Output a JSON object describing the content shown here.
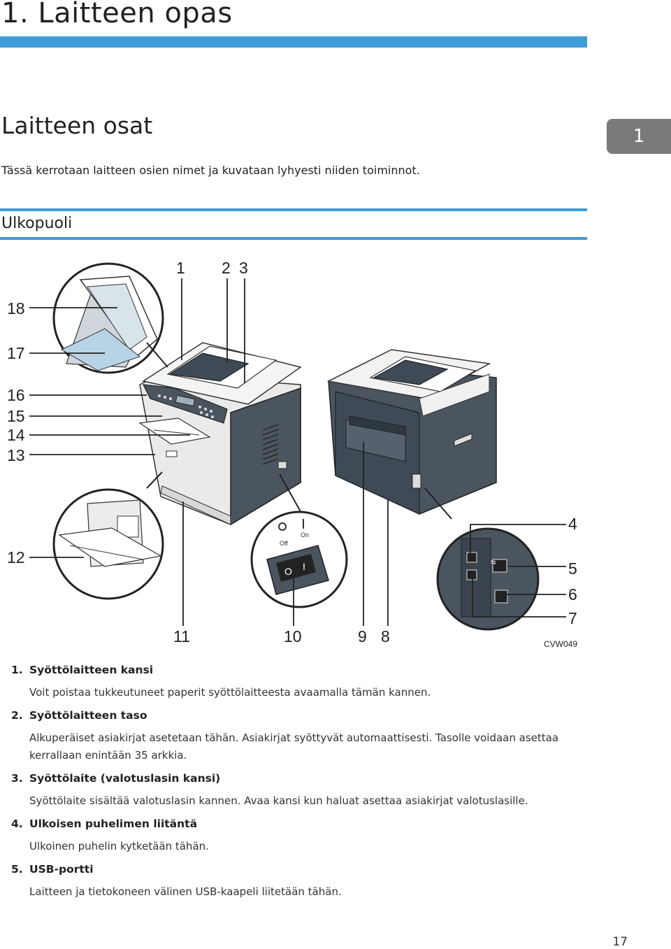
{
  "chapter": {
    "title": "1. Laitteen opas"
  },
  "section": {
    "title": "Laitteen osat",
    "tab": "1"
  },
  "intro": "Tässä kerrotaan laitteen osien nimet ja kuvataan lyhyesti niiden toiminnot.",
  "subsection": {
    "title": "Ulkopuoli"
  },
  "figure": {
    "callouts": [
      "1",
      "2",
      "3",
      "4",
      "5",
      "6",
      "7",
      "8",
      "9",
      "10",
      "11",
      "12",
      "13",
      "14",
      "15",
      "16",
      "17",
      "18"
    ],
    "power_switch": {
      "off_label": "Off",
      "on_label": "On",
      "off_symbol": "O",
      "on_symbol": "I"
    },
    "code": "CVW049"
  },
  "parts": [
    {
      "num": "1.",
      "name": "Syöttölaitteen kansi",
      "desc": "Voit poistaa tukkeutuneet paperit syöttölaitteesta avaamalla tämän kannen."
    },
    {
      "num": "2.",
      "name": "Syöttölaitteen taso",
      "desc": "Alkuperäiset asiakirjat asetetaan tähän. Asiakirjat syöttyvät automaattisesti. Tasolle voidaan asettaa kerrallaan enintään 35 arkkia."
    },
    {
      "num": "3.",
      "name": "Syöttölaite (valotuslasin kansi)",
      "desc": "Syöttölaite sisältää valotuslasin kannen. Avaa kansi kun haluat asettaa asiakirjat valotuslasille."
    },
    {
      "num": "4.",
      "name": "Ulkoisen puhelimen liitäntä",
      "desc": "Ulkoinen puhelin kytketään tähän."
    },
    {
      "num": "5.",
      "name": "USB-portti",
      "desc": "Laitteen ja tietokoneen välinen USB-kaapeli liitetään tähän."
    }
  ],
  "page_number": "17",
  "colors": {
    "accent": "#3d9bd8",
    "tab": "#7a7a7a",
    "machine_dark": "#4a5560",
    "machine_light": "#eeeeee"
  }
}
